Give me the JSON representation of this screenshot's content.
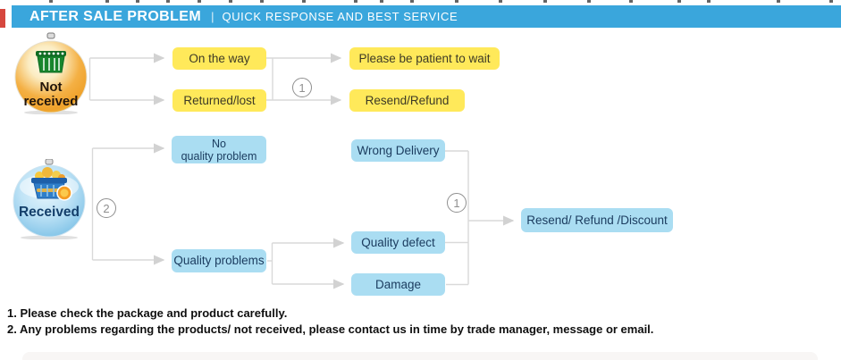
{
  "banner": {
    "title": "AFTER SALE PROBLEM",
    "separator": "|",
    "subtitle": "QUICK RESPONSE AND BEST SERVICE"
  },
  "flow": {
    "source_not_received": {
      "line1": "Not",
      "line2": "received"
    },
    "source_received": {
      "label": "Received"
    },
    "boxes": {
      "on_the_way": "On the way",
      "returned_lost": "Returned/lost",
      "be_patient": "Please be patient to wait",
      "resend_refund": "Resend/Refund",
      "no_quality_problem_line1": "No",
      "no_quality_problem_line2": "quality problem",
      "quality_problems": "Quality problems",
      "wrong_delivery": "Wrong Delivery",
      "quality_defect": "Quality defect",
      "damage": "Damage",
      "resend_refund_discount": "Resend/ Refund /Discount"
    },
    "markers": {
      "group1": "1",
      "group2": "2"
    }
  },
  "notes": {
    "line1": "1. Please check the package and product carefully.",
    "line2": "2. Any problems regarding the products/ not received, please contact us in time by trade manager, message or email."
  },
  "colors": {
    "banner-bg": "#3AA6DC",
    "banner-text": "#FFFFFF",
    "accent-red": "#D6473E",
    "yellow-box": "#FFE95A",
    "yellow-box-text": "#3D3A26",
    "blue-box": "#AADDF2",
    "blue-box-text": "#1C3D60",
    "line": "#D9D9D9",
    "marker": "#8F8F8F",
    "note-text": "#0F0F0F"
  },
  "decor": {
    "top_tick_xs": [
      55,
      118,
      152,
      186,
      221,
      256,
      291,
      338,
      396,
      425,
      459,
      509,
      558,
      608,
      657,
      704,
      758,
      791,
      869,
      928
    ]
  }
}
